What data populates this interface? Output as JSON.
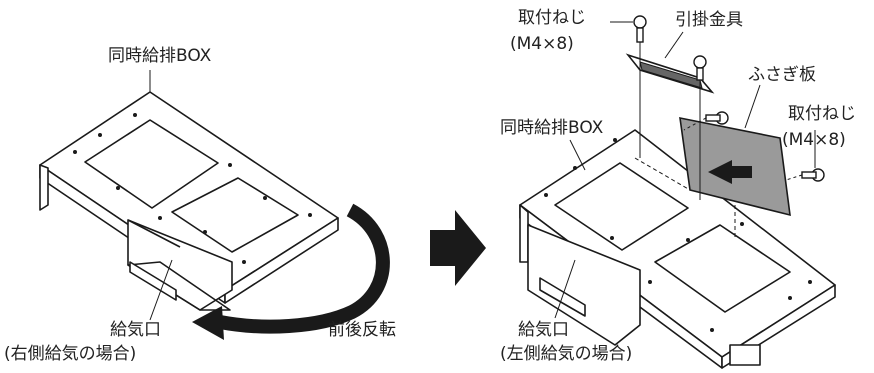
{
  "left_figure": {
    "box_label": "同時給排BOX",
    "inlet_label": "給気口",
    "inlet_case": "(右側給気の場合)",
    "rotate_label": "前後反転"
  },
  "right_figure": {
    "screw_top_label": "取付ねじ",
    "screw_top_spec": "(M4×8)",
    "bracket_label": "引掛金具",
    "plate_label": "ふさぎ板",
    "screw_side_label": "取付ねじ",
    "screw_side_spec": "(M4×8)",
    "box_label": "同時給排BOX",
    "inlet_label": "給気口",
    "inlet_case": "(左側給気の場合)"
  },
  "colors": {
    "line": "#1a1a1a",
    "arrow_fill": "#1a1a1a",
    "plate_fill": "#9a9a9a",
    "background": "#ffffff"
  },
  "icons": {
    "transition": "right-arrow-icon",
    "rotation": "curved-arrow-icon",
    "screw": "screw-icon"
  }
}
